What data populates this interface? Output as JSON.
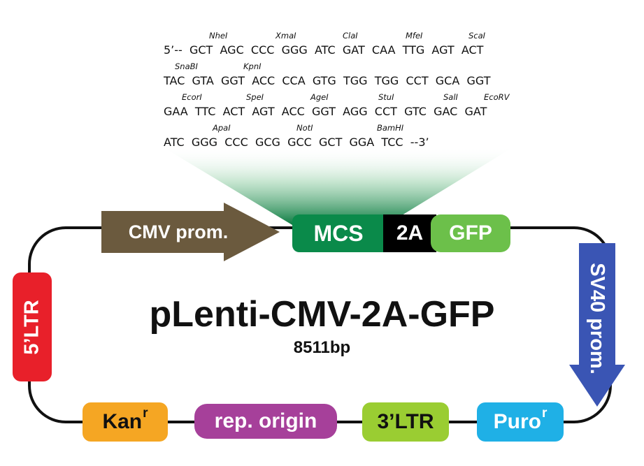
{
  "sequence": {
    "rows": [
      "5’--  GCT  AGC  CCC  GGG  ATC  GAT  CAA  TTG  AGT  ACT",
      "TAC  GTA  GGT  ACC  CCA  GTG  TGG  TGG  CCT  GCA  GGT",
      "GAA  TTC  ACT  AGT  ACC  GGT  AGG  CCT  GTC  GAC  GAT",
      "ATC  GGG  CCC  GCG  GCC  GCT  GGA  TCC  --3’"
    ],
    "enzymes": [
      "NheI",
      "XmaI",
      "ClaI",
      "MfeI",
      "ScaI",
      "SnaBI",
      "KpnI",
      "EcorI",
      "SpeI",
      "AgeI",
      "StuI",
      "SalI",
      "EcoRV",
      "ApaI",
      "NotI",
      "BamHI"
    ]
  },
  "features": {
    "cmv_prom": "CMV prom.",
    "mcs": "MCS",
    "two_a": "2A",
    "gfp": "GFP",
    "sv40_prom": "SV40 prom.",
    "five_ltr": "5’LTR",
    "kan": "Kan",
    "kan_sup": "r",
    "rep_origin": "rep. origin",
    "three_ltr": "3’LTR",
    "puro": "Puro",
    "puro_sup": "r"
  },
  "plasmid": {
    "name": "pLenti-CMV-2A-GFP",
    "size": "8511bp"
  },
  "colors": {
    "cmv_prom": "#6b5a3e",
    "mcs": "#0a8a4a",
    "two_a": "#000000",
    "gfp": "#6cc04a",
    "sv40_prom": "#3a55b4",
    "five_ltr": "#e8202a",
    "kan": "#f5a623",
    "rep_origin": "#a6409a",
    "three_ltr": "#9acd32",
    "puro": "#1fb0e6"
  }
}
